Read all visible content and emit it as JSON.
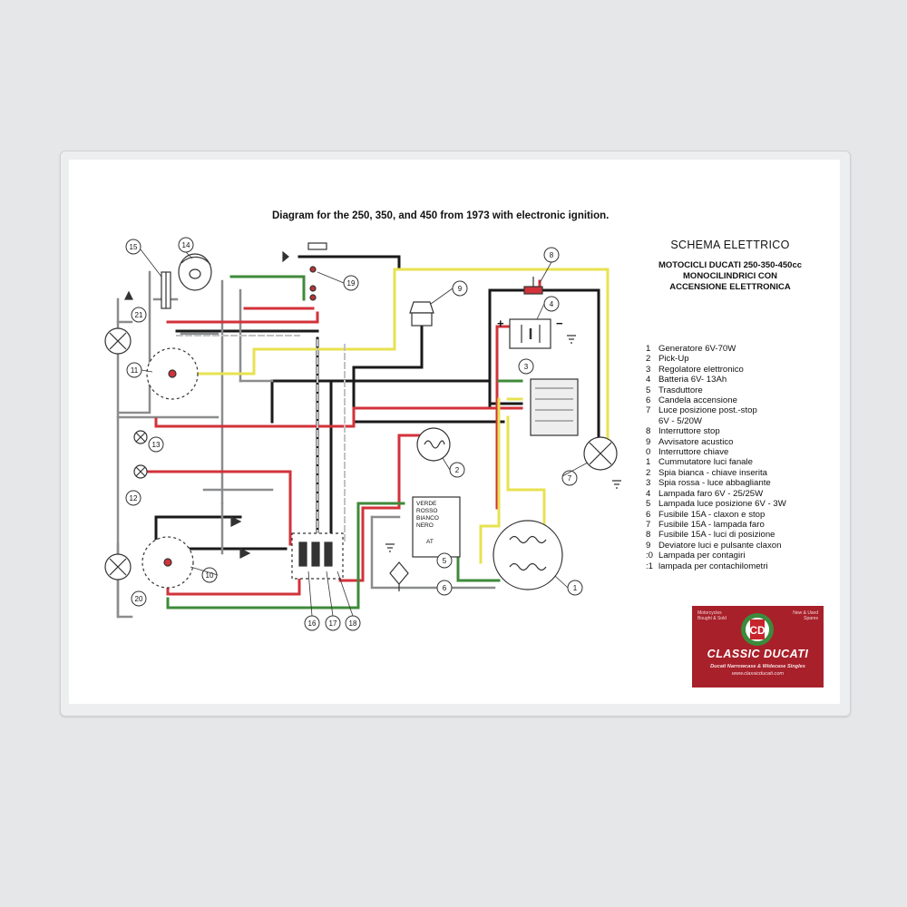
{
  "diagram_title": "Diagram for the 250, 350, and 450 from 1973 with electronic ignition.",
  "schema": {
    "title": "SCHEMA ELETTRICO",
    "subtitle_lines": [
      "MOTOCICLI DUCATI 250-350-450cc",
      "MONOCILINDRICI CON",
      "ACCENSIONE ELETTRONICA"
    ]
  },
  "legend": [
    {
      "num": "1",
      "text": "Generatore 6V-70W"
    },
    {
      "num": "2",
      "text": "Pick-Up"
    },
    {
      "num": "3",
      "text": "Regolatore elettronico"
    },
    {
      "num": "4",
      "text": "Batteria 6V- 13Ah"
    },
    {
      "num": "5",
      "text": "Trasduttore"
    },
    {
      "num": "6",
      "text": "Candela accensione"
    },
    {
      "num": "7",
      "text": "Luce posizione post.-stop"
    },
    {
      "num": "",
      "text": "6V - 5/20W"
    },
    {
      "num": "8",
      "text": "Interruttore stop"
    },
    {
      "num": "9",
      "text": "Avvisatore acustico"
    },
    {
      "num": "0",
      "text": "Interruttore chiave"
    },
    {
      "num": "1",
      "text": "Cummutatore luci fanale"
    },
    {
      "num": "2",
      "text": "Spia bianca - chiave inserita"
    },
    {
      "num": "3",
      "text": "Spia rossa - luce abbagliante"
    },
    {
      "num": "4",
      "text": "Lampada faro 6V - 25/25W"
    },
    {
      "num": "5",
      "text": "Lampada luce posizione 6V - 3W"
    },
    {
      "num": "6",
      "text": "Fusibile 15A - claxon e stop"
    },
    {
      "num": "7",
      "text": "Fusibile 15A - lampada faro"
    },
    {
      "num": "8",
      "text": "Fusibile 15A - luci di posizione"
    },
    {
      "num": "9",
      "text": "Deviatore luci e pulsante claxon"
    },
    {
      "num": ":0",
      "text": "Lampada per contagiri"
    },
    {
      "num": ":1",
      "text": "lampada per contachilometri"
    }
  ],
  "transducer_labels": [
    "VERDE",
    "ROSSO",
    "BIANCO",
    "NERO",
    "AT"
  ],
  "battery_signs": [
    "+",
    "−"
  ],
  "callouts": [
    "1",
    "2",
    "3",
    "4",
    "5",
    "6",
    "7",
    "8",
    "9",
    "10",
    "11",
    "12",
    "13",
    "14",
    "15",
    "16",
    "17",
    "18",
    "19",
    "20",
    "21"
  ],
  "brand": {
    "name": "CLASSIC DUCATI",
    "top_left": [
      "Motorcycles",
      "Bought & Sold"
    ],
    "top_right": [
      "New & Used",
      "Spares"
    ],
    "tagline": "Ducati Narrowcase & Widecase Singles",
    "url": "www.classicducati.com",
    "logo_letters": "CD",
    "color": "#a8202a"
  },
  "wire_colors": {
    "black": "#1a1a1a",
    "grey": "#8a8c8e",
    "red": "#d2323a",
    "green": "#3f8a3a",
    "yellow": "#e9e44a",
    "white": "#f4f4f4"
  }
}
